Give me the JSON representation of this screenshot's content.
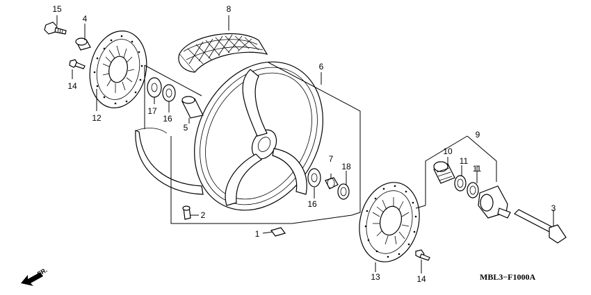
{
  "callouts": [
    {
      "id": "c15",
      "label": "15"
    },
    {
      "id": "c4",
      "label": "4"
    },
    {
      "id": "c8",
      "label": "8"
    },
    {
      "id": "c6",
      "label": "6"
    },
    {
      "id": "c14a",
      "label": "14"
    },
    {
      "id": "c12",
      "label": "12"
    },
    {
      "id": "c17",
      "label": "17"
    },
    {
      "id": "c16a",
      "label": "16"
    },
    {
      "id": "c5",
      "label": "5"
    },
    {
      "id": "c7",
      "label": "7"
    },
    {
      "id": "c18",
      "label": "18"
    },
    {
      "id": "c16b",
      "label": "16"
    },
    {
      "id": "c2",
      "label": "2"
    },
    {
      "id": "c1",
      "label": "1"
    },
    {
      "id": "c9",
      "label": "9"
    },
    {
      "id": "c10",
      "label": "10"
    },
    {
      "id": "c11a",
      "label": "11"
    },
    {
      "id": "c11b",
      "label": "11"
    },
    {
      "id": "c3",
      "label": "3"
    },
    {
      "id": "c13",
      "label": "13"
    },
    {
      "id": "c14b",
      "label": "14"
    }
  ],
  "diagram_code": "MBL3−F1000A",
  "direction_label": "FR."
}
